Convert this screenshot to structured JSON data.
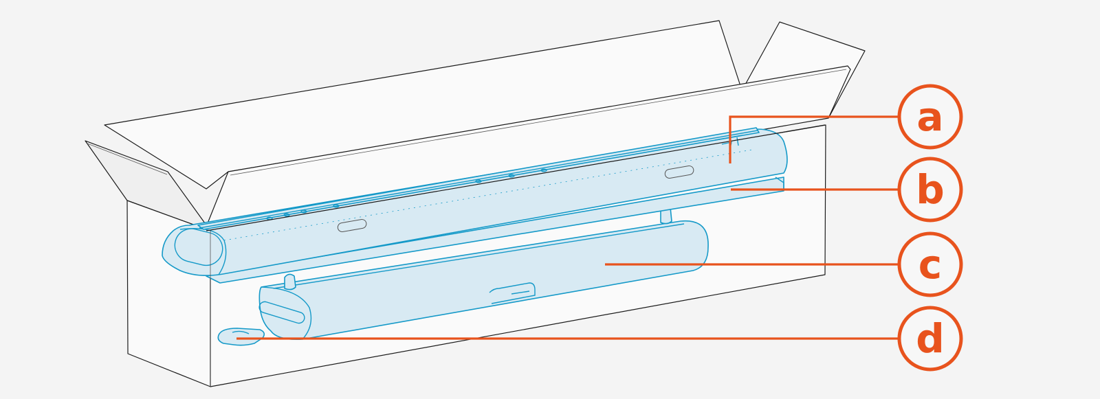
{
  "diagram": {
    "description": "Open shipping box containing soundbar components",
    "colors": {
      "background": "#f4f4f4",
      "box_face": "#fafafa",
      "box_outline": "#1a1a1a",
      "part_fill": "#d8eaf3",
      "part_outline": "#1499c8",
      "callout": "#e8531d"
    },
    "callouts": [
      {
        "id": "a",
        "label": "a",
        "points_to": "top soundbar body"
      },
      {
        "id": "b",
        "label": "b",
        "points_to": "mounting bracket / rail under soundbar"
      },
      {
        "id": "c",
        "label": "c",
        "points_to": "lower speaker unit"
      },
      {
        "id": "d",
        "label": "d",
        "points_to": "small accessory piece at bottom of box"
      }
    ]
  }
}
